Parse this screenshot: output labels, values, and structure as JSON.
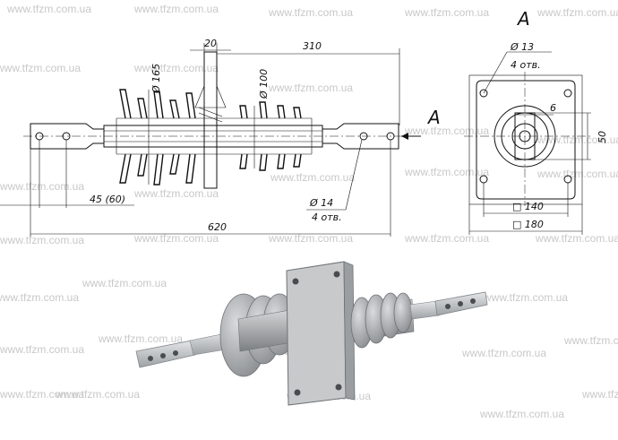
{
  "watermark": "www.tfzm.com.ua",
  "drawing": {
    "side_view": {
      "dim_flange_thickness": "20",
      "dim_length_part": "310",
      "dim_shed_diameter": "Ø 165",
      "dim_core_diameter": "Ø 100",
      "dim_hole_spacing": "45 (60)",
      "dim_total_length": "620",
      "dim_mount_holes": "Ø 14",
      "dim_mount_holes_count": "4 отв.",
      "section_label": "A"
    },
    "end_view": {
      "title": "A",
      "dim_terminal_holes": "Ø 13",
      "dim_terminal_holes_count": "4 отв.",
      "dim_bar_thickness": "6",
      "dim_bar_width": "50",
      "dim_bolt_square": "□ 140",
      "dim_flange_square": "□ 180"
    }
  },
  "colors": {
    "line": "#111111",
    "watermark": "#c8c8c8",
    "render_body": "#a9abad",
    "render_metal": "#c9cccf"
  }
}
